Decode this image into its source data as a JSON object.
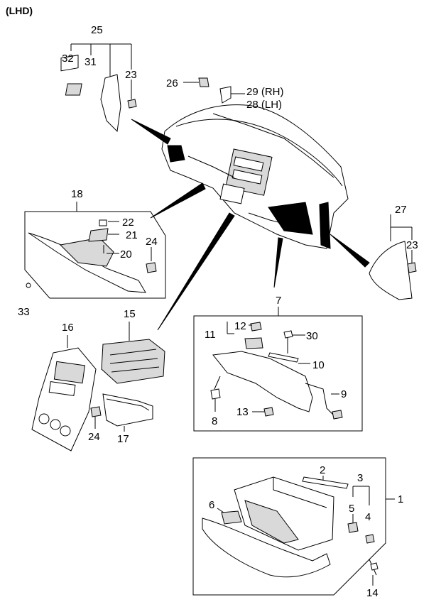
{
  "header": {
    "variant": "(LHD)"
  },
  "callouts": {
    "c1": "1",
    "c2": "2",
    "c3": "3",
    "c4": "4",
    "c5": "5",
    "c6": "6",
    "c7": "7",
    "c8": "8",
    "c9": "9",
    "c10": "10",
    "c11": "11",
    "c12": "12",
    "c13": "13",
    "c14": "14",
    "c15": "15",
    "c16": "16",
    "c17": "17",
    "c18": "18",
    "c20": "20",
    "c21": "21",
    "c22": "22",
    "c23a": "23",
    "c23b": "23",
    "c24a": "24",
    "c24b": "24",
    "c25": "25",
    "c26": "26",
    "c27": "27",
    "c28": "28 (LH)",
    "c29": "29 (RH)",
    "c30": "30",
    "c31": "31",
    "c32": "32",
    "c33": "33"
  }
}
